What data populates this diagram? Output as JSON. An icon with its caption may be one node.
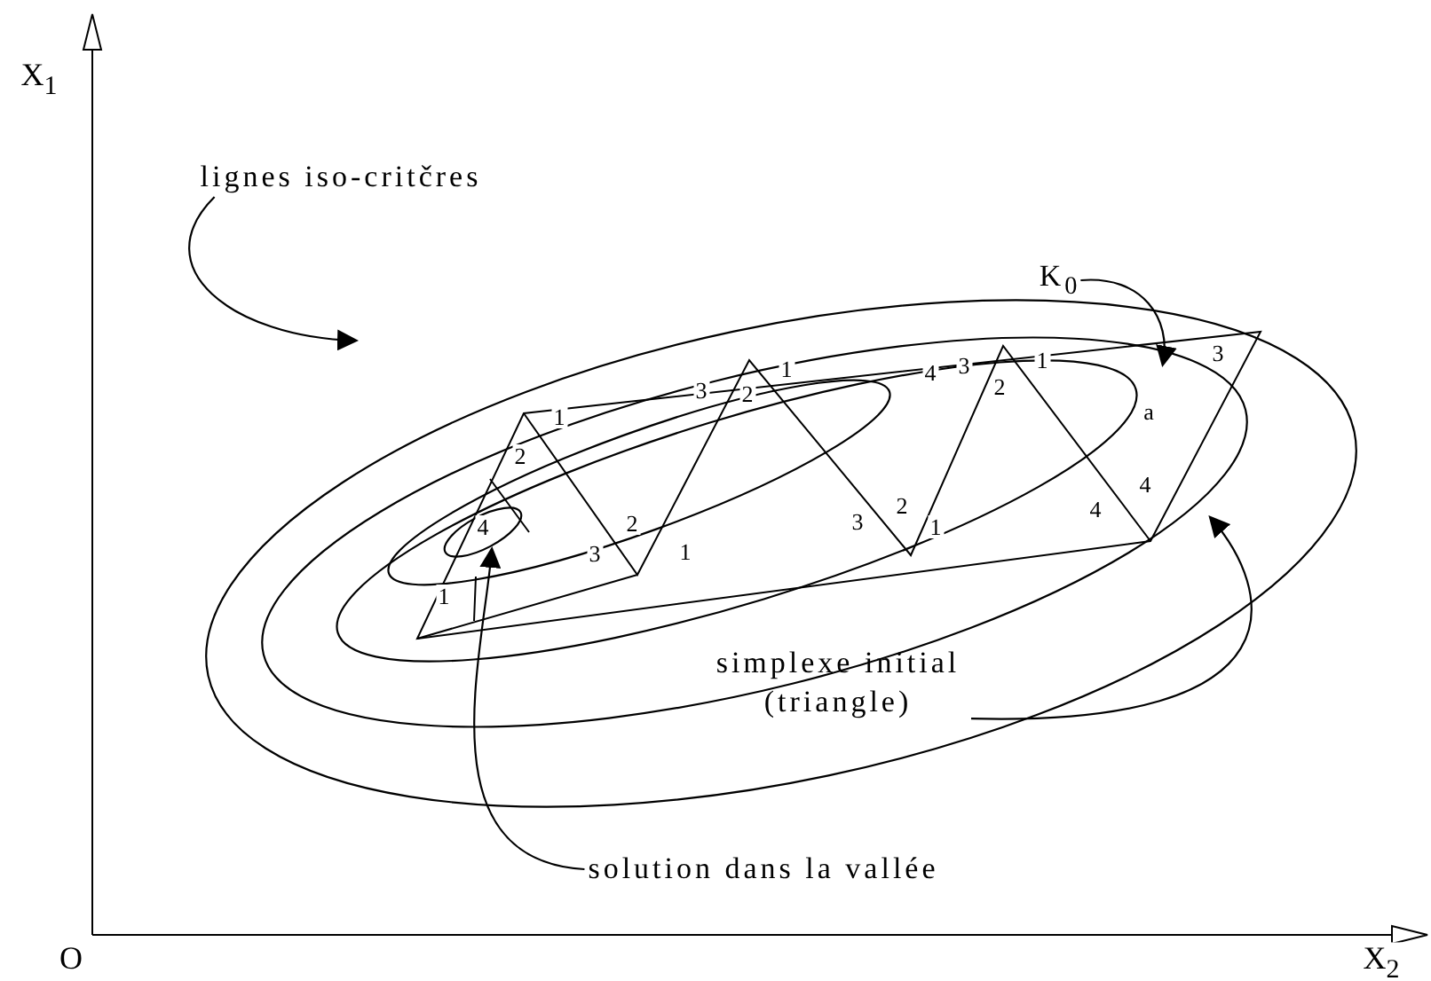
{
  "diagram": {
    "nodes": [
      {
        "text": [
          "lignes iso-critčres"
        ]
      },
      {
        "text": [
          "K$_{0}$"
        ]
      },
      {
        "text": [
          "simplexe initial (triangle)"
        ]
      },
      {
        "text": [
          "solution dans la vallée"
        ]
      },
      {
        "text": [],
        "shape": "ellipse"
      }
    ],
    "edges": [
      {
        "from": 0,
        "to": null,
        "arrow": "to"
      },
      {
        "from": 1,
        "to": null,
        "arrow": "to"
      },
      {
        "from": 2,
        "to": null,
        "arrow": "to"
      },
      {
        "from": 3,
        "to": 4,
        "arrow": "to"
      }
    ],
    "labels": [
      "X$_{1}$",
      "3",
      "1",
      "3",
      "1",
      "4",
      "2",
      "3",
      "2",
      "a",
      "1",
      "2",
      "4",
      "2",
      "4",
      "3",
      "2",
      "1",
      "4",
      "1",
      "3",
      "1",
      "O",
      "X$_{2}$"
    ]
  }
}
